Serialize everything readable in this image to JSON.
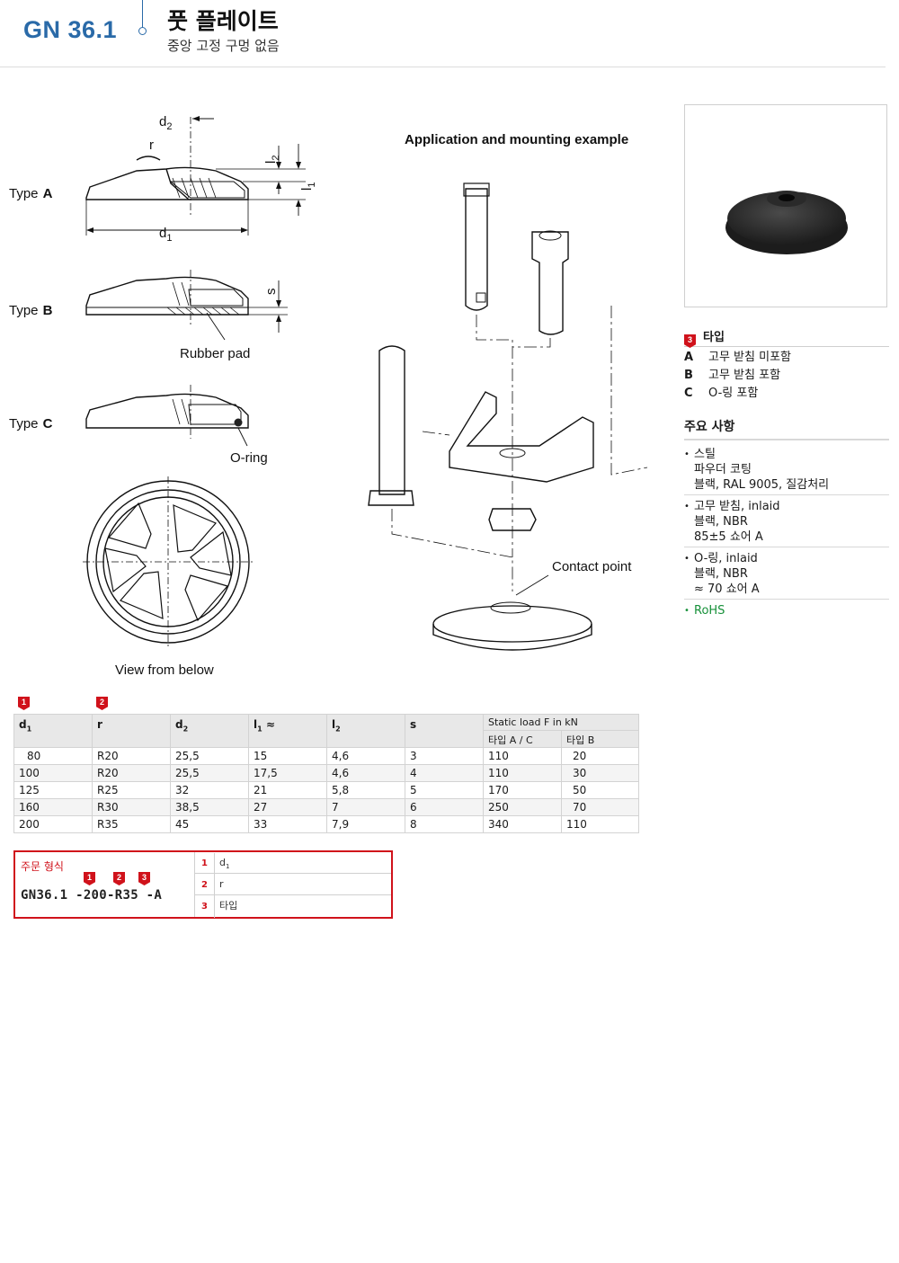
{
  "header": {
    "code": "GN 36.1",
    "title": "풋 플레이트",
    "subtitle": "중앙 고정 구멍 없음"
  },
  "drawing": {
    "type_a": "Type",
    "type_a_letter": "A",
    "type_b": "Type",
    "type_b_letter": "B",
    "type_c": "Type",
    "type_c_letter": "C",
    "rubber_pad": "Rubber pad",
    "o_ring": "O-ring",
    "view_below": "View from below",
    "app_title": "Application and mounting example",
    "contact_point": "Contact point",
    "dim_d1": "d",
    "dim_d1_sub": "1",
    "dim_d2": "d",
    "dim_d2_sub": "2",
    "dim_r": "r",
    "dim_l1": "l",
    "dim_l1_sub": "1",
    "dim_l2": "l",
    "dim_l2_sub": "2",
    "dim_s": "s"
  },
  "types": {
    "badge": "3",
    "heading": "타입",
    "rows": [
      {
        "key": "A",
        "label": "고무 받침 미포함"
      },
      {
        "key": "B",
        "label": "고무 받침 포함"
      },
      {
        "key": "C",
        "label": "O-링 포함"
      }
    ]
  },
  "notes": {
    "heading": "주요 사항",
    "items": [
      {
        "l1": "스틸",
        "l2": "파우더 코팅",
        "l3": "블랙, RAL 9005, 질감처리"
      },
      {
        "l1": "고무 받침, inlaid",
        "l2": "블랙, NBR",
        "l3": "85±5 쇼어 A"
      },
      {
        "l1": "O-링, inlaid",
        "l2": "블랙, NBR",
        "l3": "≈ 70 쇼어 A"
      }
    ],
    "rohs": "RoHS"
  },
  "table": {
    "marks": [
      "1",
      "2"
    ],
    "headers": {
      "d1": "d",
      "d1_sub": "1",
      "r": "r",
      "d2": "d",
      "d2_sub": "2",
      "l1": "l",
      "l1_sub": "1",
      "l1_suffix": " ≈",
      "l2": "l",
      "l2_sub": "2",
      "s": "s",
      "static": "Static load F in kN",
      "static_ac": "타입 A / C",
      "static_b": "타입 B"
    },
    "rows": [
      [
        "80",
        "R20",
        "25,5",
        "15",
        "4,6",
        "3",
        "110",
        "20"
      ],
      [
        "100",
        "R20",
        "25,5",
        "17,5",
        "4,6",
        "4",
        "110",
        "30"
      ],
      [
        "125",
        "R25",
        "32",
        "21",
        "5,8",
        "5",
        "170",
        "50"
      ],
      [
        "160",
        "R30",
        "38,5",
        "27",
        "7",
        "6",
        "250",
        "70"
      ],
      [
        "200",
        "R35",
        "45",
        "33",
        "7,9",
        "8",
        "340",
        "110"
      ]
    ]
  },
  "order": {
    "title": "주문 형식",
    "code": "GN36.1 -200-R35 -A",
    "marks": [
      "1",
      "2",
      "3"
    ],
    "rows": [
      {
        "n": "1",
        "v": "d",
        "sub": "1"
      },
      {
        "n": "2",
        "v": "r"
      },
      {
        "n": "3",
        "v": "타입"
      }
    ]
  },
  "colors": {
    "brand_blue": "#2a6aa8",
    "accent_red": "#d0121b",
    "rohs_green": "#17913a"
  }
}
